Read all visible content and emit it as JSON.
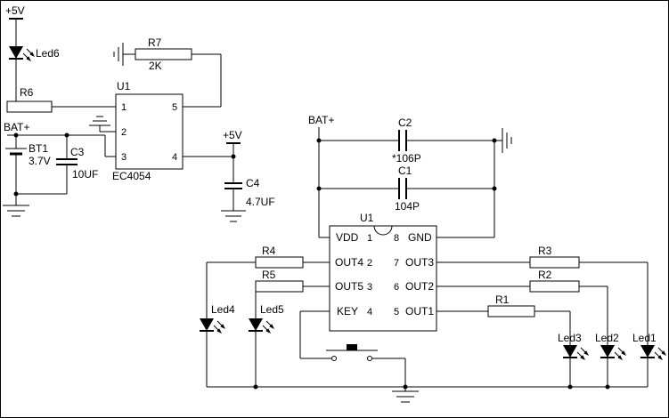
{
  "colors": {
    "wire": "#000000",
    "background": "#ffffff"
  },
  "charger": {
    "power_in_label": "+5V",
    "led6_label": "Led6",
    "r6_label": "R6",
    "ic_ref": "U1",
    "ic_part": "EC4054",
    "pin1": "1",
    "pin2": "2",
    "pin3": "3",
    "pin4": "4",
    "pin5": "5",
    "r7_label": "R7",
    "r7_value": "2K",
    "bat_label": "BAT+",
    "bt1_label": "BT1",
    "bt1_value": "3.7V",
    "c3_label": "C3",
    "c3_value": "10UF",
    "power_out_label": "+5V",
    "c4_label": "C4",
    "c4_value": "4.7UF"
  },
  "controller": {
    "bat_label": "BAT+",
    "c2_label": "C2",
    "c2_value": "*106P",
    "c1_label": "C1",
    "c1_value": "104P",
    "ic_ref": "U1",
    "pins_left": [
      {
        "name": "VDD",
        "num": "1"
      },
      {
        "name": "OUT4",
        "num": "2"
      },
      {
        "name": "OUT5",
        "num": "3"
      },
      {
        "name": "KEY",
        "num": "4"
      }
    ],
    "pins_right": [
      {
        "name": "GND",
        "num": "8"
      },
      {
        "name": "OUT3",
        "num": "7"
      },
      {
        "name": "OUT2",
        "num": "6"
      },
      {
        "name": "OUT1",
        "num": "5"
      }
    ],
    "r1_label": "R1",
    "r2_label": "R2",
    "r3_label": "R3",
    "r4_label": "R4",
    "r5_label": "R5",
    "led1_label": "Led1",
    "led2_label": "Led2",
    "led3_label": "Led3",
    "led4_label": "Led4",
    "led5_label": "Led5"
  }
}
